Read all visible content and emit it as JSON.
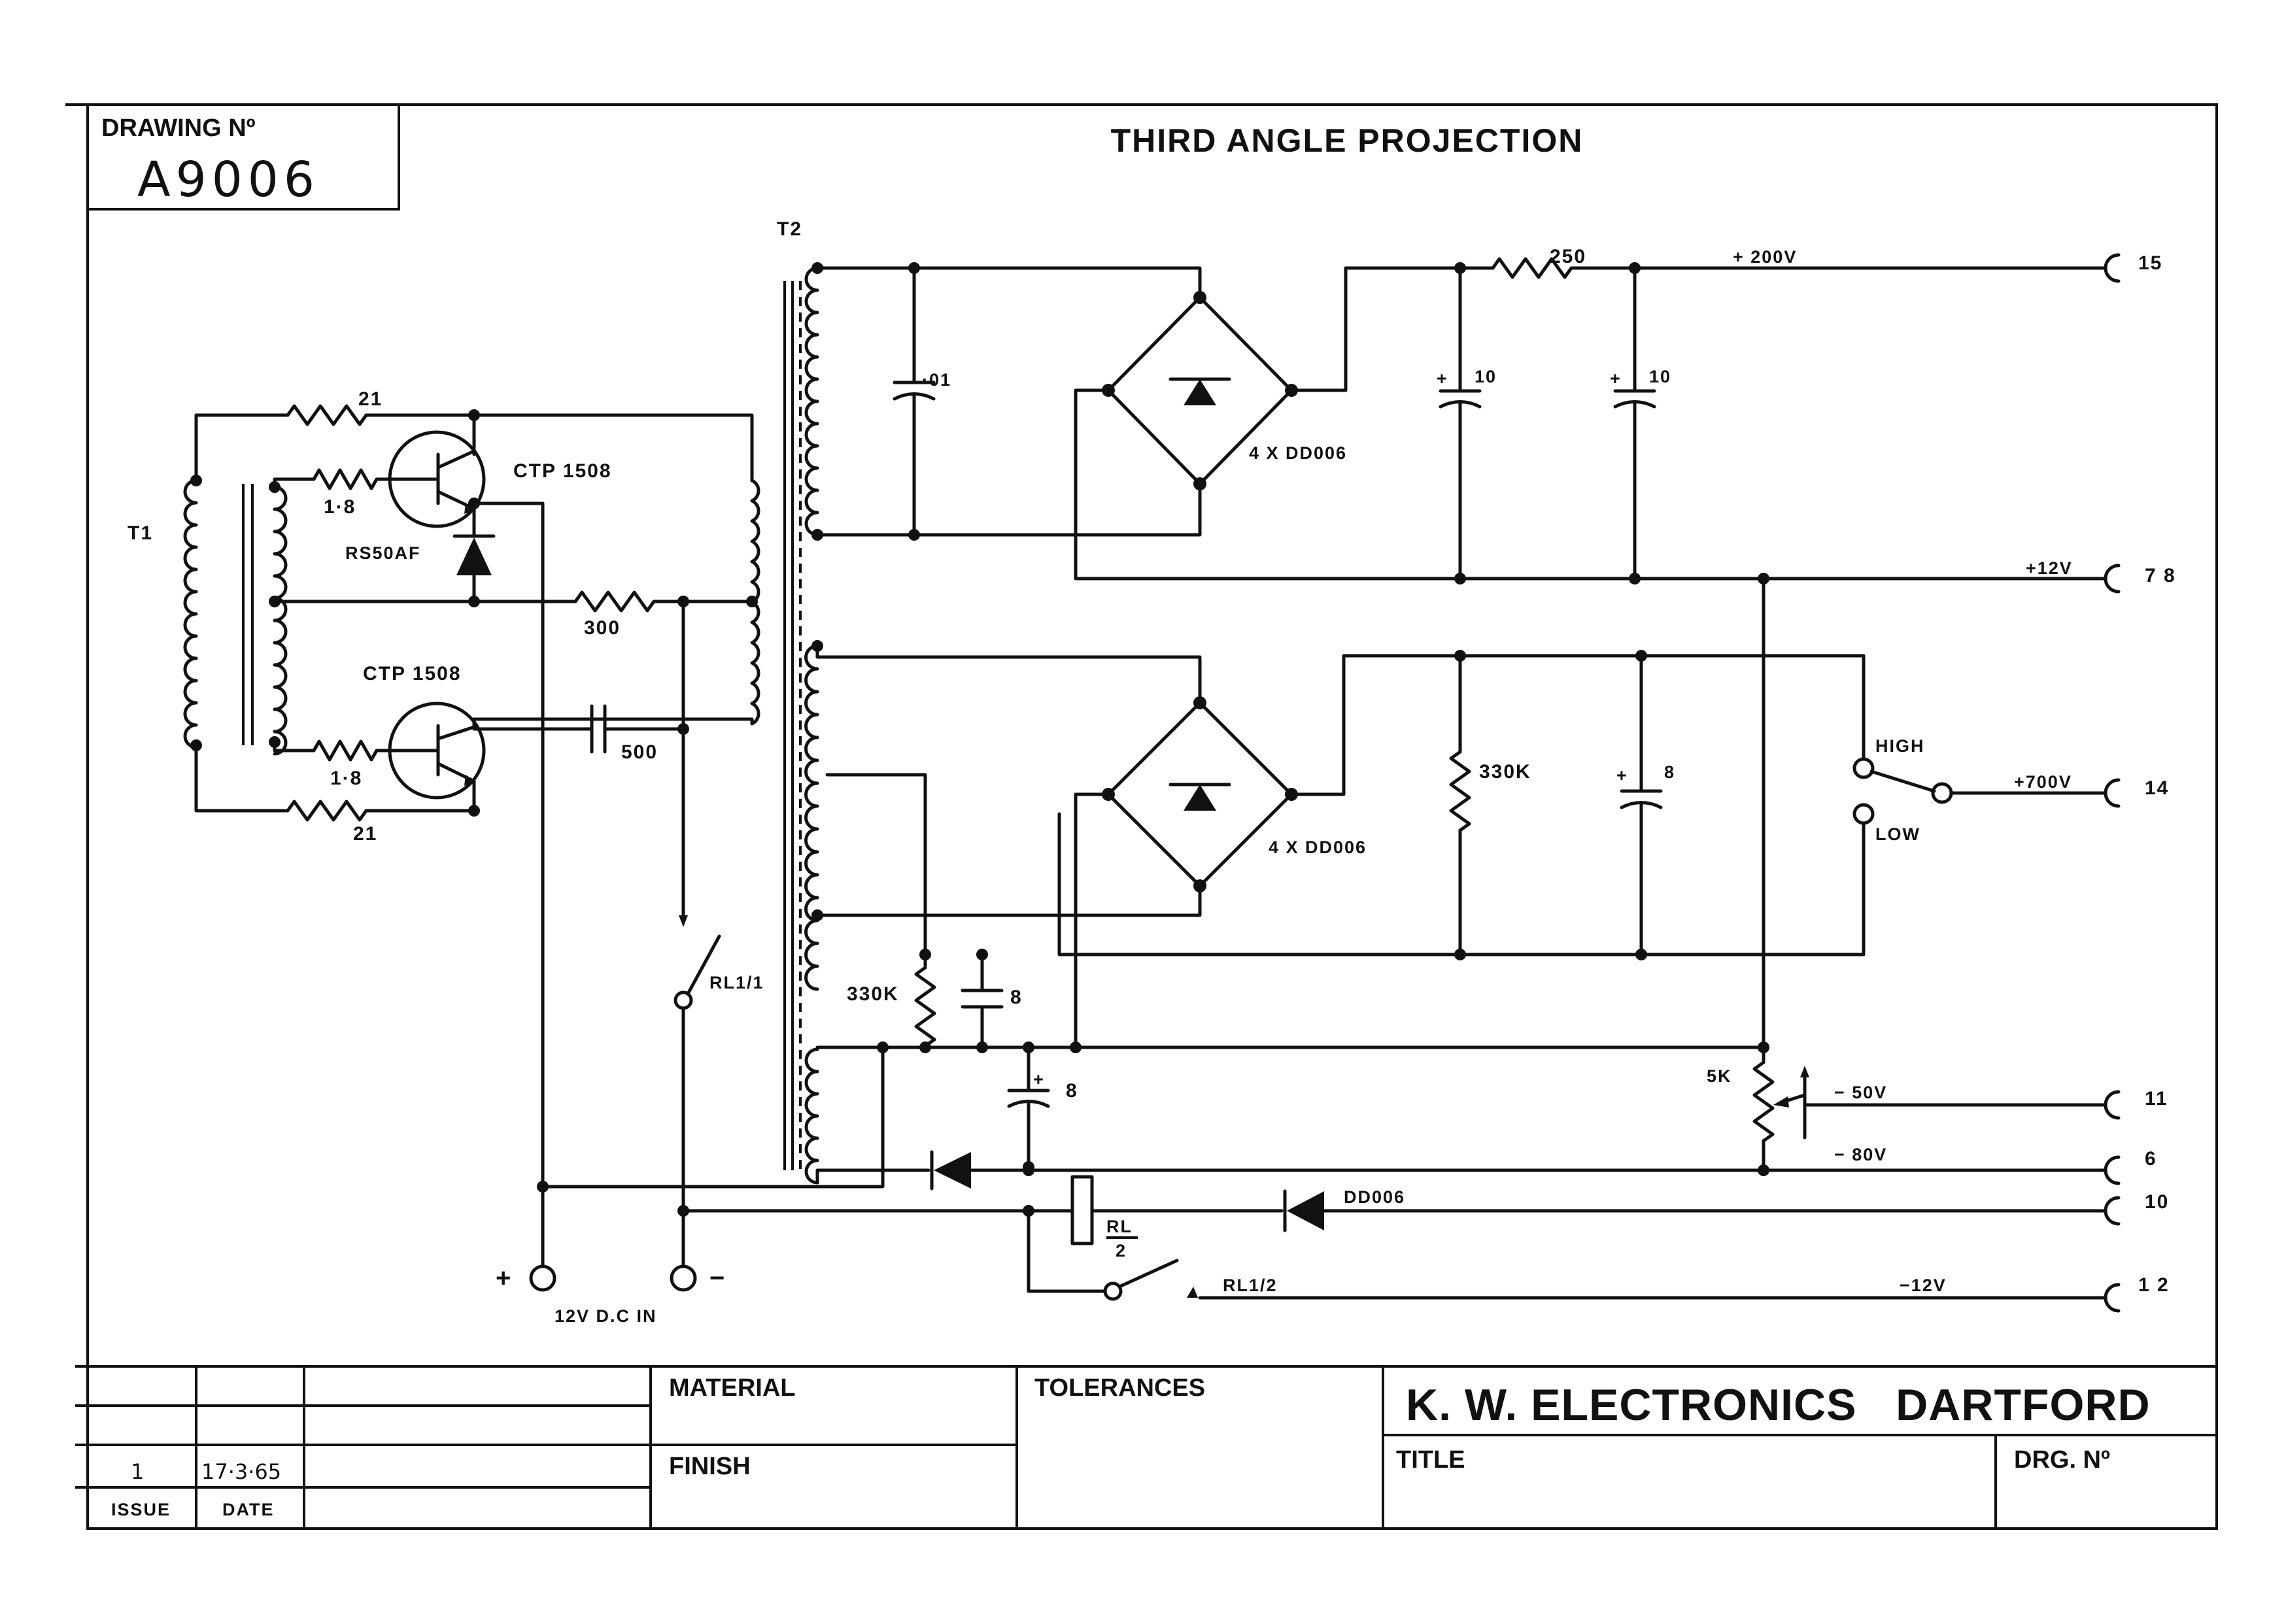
{
  "drawing_number": {
    "label": "DRAWING Nº",
    "value": "A9006"
  },
  "projection": "THIRD ANGLE PROJECTION",
  "components": {
    "t1": "T1",
    "t2": "T2",
    "r_top": "21",
    "r_bottom": "21",
    "r_base_top": "1·8",
    "r_base_bottom": "1·8",
    "transistor_top": "CTP 1508",
    "transistor_bottom": "CTP 1508",
    "diode_rs": "RS50AF",
    "r_300": "300",
    "cap_500": "500",
    "cap_01": "·01",
    "bridge_top": "4 X DD006",
    "bridge_bottom": "4 X DD006",
    "r_250": "250",
    "cap_10a": "10",
    "cap_10b": "10",
    "r_330k_right": "330K",
    "cap_8_right": "8",
    "r_330k_left": "330K",
    "cap_8_left": "8",
    "cap_8_lower": "8",
    "pot_5k": "5K",
    "switch_high": "HIGH",
    "switch_low": "LOW",
    "relay_contact_1": "RL1/1",
    "relay_coil": "RL",
    "relay_coil_den": "2",
    "relay_contact_2": "RL1/2",
    "diode_dd006": "DD006",
    "plus_sign": "+",
    "minus_sign": "−",
    "dc_in": "12V D.C IN"
  },
  "outputs": [
    {
      "voltage": "+ 200V",
      "pin": "15"
    },
    {
      "voltage": "+12V",
      "pin": "7 8"
    },
    {
      "voltage": "+700V",
      "pin": "14"
    },
    {
      "voltage": "− 50V",
      "pin": "11"
    },
    {
      "voltage": "− 80V",
      "pin": "6"
    },
    {
      "voltage": "",
      "pin": "10"
    },
    {
      "voltage": "−12V",
      "pin": "1 2"
    }
  ],
  "title_block": {
    "material_label": "MATERIAL",
    "finish_label": "FINISH",
    "tolerances_label": "TOLERANCES",
    "company": "K. W. ELECTRONICS   DARTFORD",
    "title_label": "TITLE",
    "drg_no_label": "DRG. Nº",
    "issue_header": "ISSUE",
    "date_header": "DATE",
    "issue_value": "1",
    "date_value": "17·3·65"
  }
}
